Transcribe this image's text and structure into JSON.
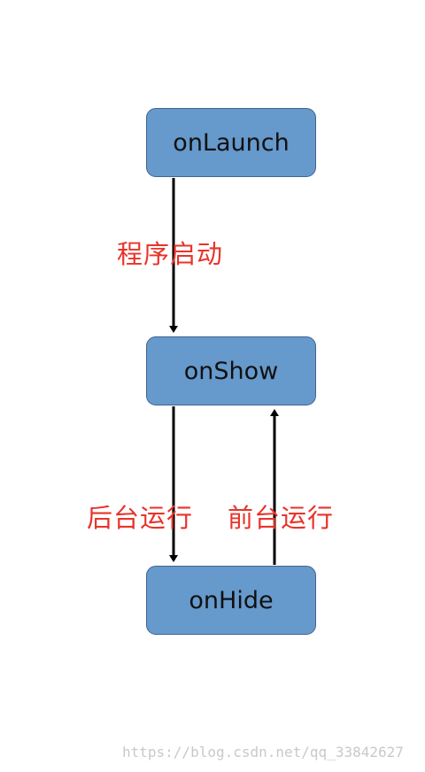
{
  "nodes": {
    "launch": "onLaunch",
    "show": "onShow",
    "hide": "onHide"
  },
  "edges": {
    "launch_to_show": "程序启动",
    "show_to_hide": "后台运行",
    "hide_to_show": "前台运行"
  },
  "watermark": "https://blog.csdn.net/qq_33842627",
  "colors": {
    "node_fill": "#6699cc",
    "node_border": "#41648f",
    "label_text": "#e8332a",
    "arrow": "#000000"
  }
}
